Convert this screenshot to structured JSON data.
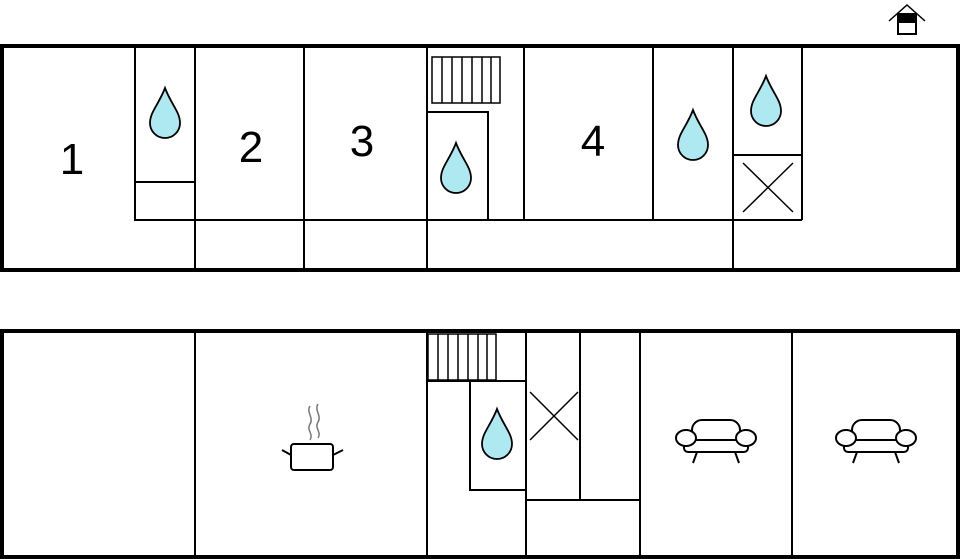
{
  "colors": {
    "water_drop": "#aee9f2",
    "walls": "#000000",
    "background": "#ffffff"
  },
  "upper_floor": {
    "rooms": [
      {
        "label": "1"
      },
      {
        "label": "2"
      },
      {
        "label": "3"
      },
      {
        "label": "4"
      }
    ]
  },
  "icons": [
    "house-entrance-icon",
    "water-drop-icon",
    "stairs-icon",
    "cross-icon",
    "cooking-pot-icon",
    "sofa-icon"
  ]
}
